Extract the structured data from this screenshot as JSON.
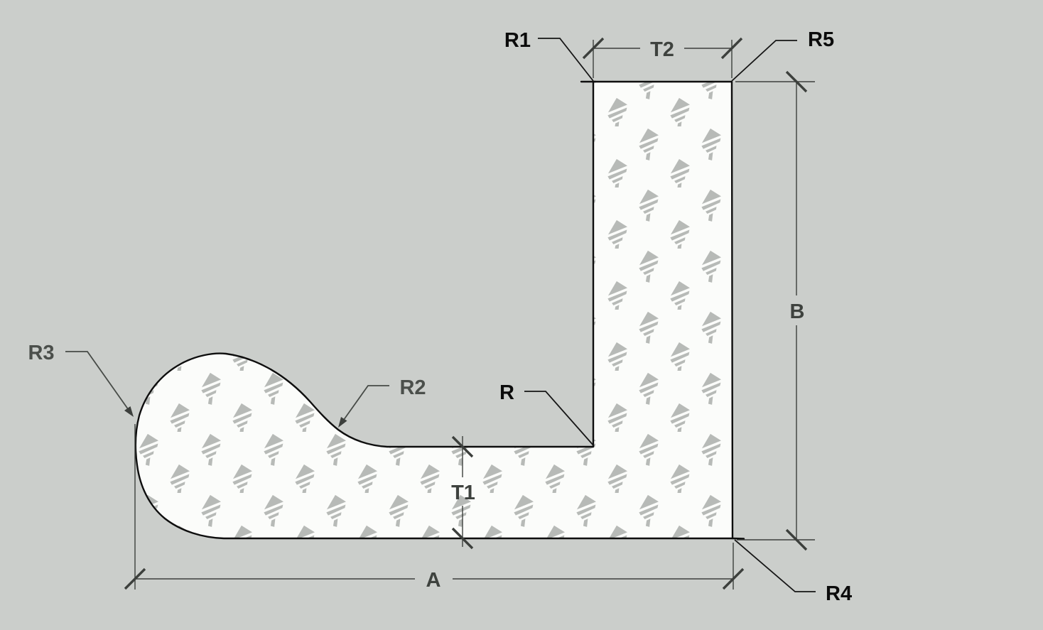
{
  "drawing": {
    "description": "L-shaped bulb profile cross-section with radius and dimension callouts",
    "labels": {
      "r1": "R1",
      "r5": "R5",
      "t2": "T2",
      "b": "B",
      "r4": "R4",
      "a": "A",
      "t1": "T1",
      "r": "R",
      "r2": "R2",
      "r3": "R3"
    },
    "colors": {
      "background": "#cbcecb",
      "shape_fill": "#fbfcfa",
      "outline": "#0e0e0e",
      "dimension_line": "#3c3f3c",
      "dimension_text": "#3e423e",
      "leader_dark": "#151515",
      "leader_gray": "#474b47",
      "label_dark": "#0b0b0b",
      "label_gray": "#4b4f4b",
      "watermark": "#b7bab7"
    }
  }
}
